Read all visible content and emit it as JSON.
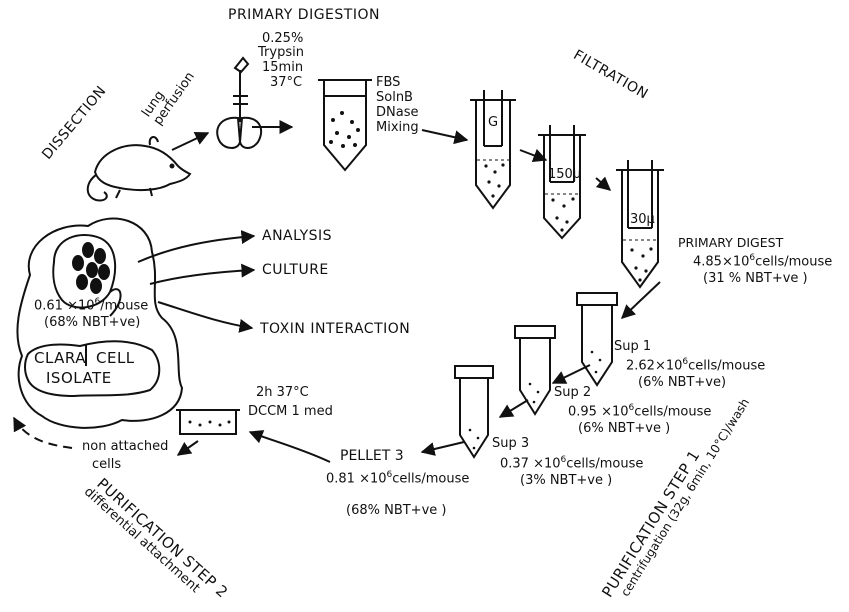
{
  "stages": {
    "dissection": "DISSECTION",
    "primary_digestion": "PRIMARY DIGESTION",
    "filtration": "FILTRATION",
    "purification_step1": "PURIFICATION STEP 1",
    "purification_step1_detail": "centrifugation (32g, 6min, 10°C)/wash",
    "purification_step2": "PURIFICATION STEP 2",
    "purification_step2_detail": "differential attachment"
  },
  "dissection": {
    "lung": "lung",
    "perfusion": "perfusion"
  },
  "digestion": {
    "conc": "0.25%",
    "enzyme": "Trypsin",
    "time": "15min",
    "temp": "37°C"
  },
  "additives": [
    "FBS",
    "SolnB",
    "DNase",
    "Mixing"
  ],
  "filters": {
    "g": "G",
    "f150": "150µ",
    "f30": "30µ"
  },
  "primary_digest": {
    "title": "PRIMARY DIGEST",
    "count_base": "4.85×10",
    "count_exp": "6",
    "count_unit": "cells/mouse",
    "nbt": "(31 % NBT+ve )"
  },
  "sup1": {
    "label": "Sup 1",
    "count_base": "2.62×10",
    "count_exp": "6",
    "count_unit": "cells/mouse",
    "nbt": "(6% NBT+ve)"
  },
  "sup2": {
    "label": "Sup 2",
    "count_base": "0.95 ×10",
    "count_exp": "6",
    "count_unit": "cells/mouse",
    "nbt": "(6% NBT+ve )"
  },
  "sup3": {
    "label": "Sup 3",
    "count_base": "0.37 ×10",
    "count_exp": "6",
    "count_unit": "cells/mouse",
    "nbt": "(3% NBT+ve )"
  },
  "pellet3": {
    "label": "PELLET 3",
    "count_base": "0.81 ×10",
    "count_exp": "6",
    "count_unit": "cells/mouse",
    "nbt": "(68% NBT+ve )"
  },
  "attachment": {
    "condition": "2h 37°C",
    "medium": "DCCM 1 med"
  },
  "non_attached": {
    "line1": "non attached",
    "line2": "cells"
  },
  "isolate": {
    "count_base": "0.61 ×10",
    "count_exp": "6",
    "count_unit": "/mouse",
    "nbt": "(68% NBT+ve)",
    "title_clara": "CLARA",
    "title_cell": "CELL",
    "title_isolate": "ISOLATE"
  },
  "outputs": [
    "ANALYSIS",
    "CULTURE",
    "TOXIN INTERACTION"
  ]
}
